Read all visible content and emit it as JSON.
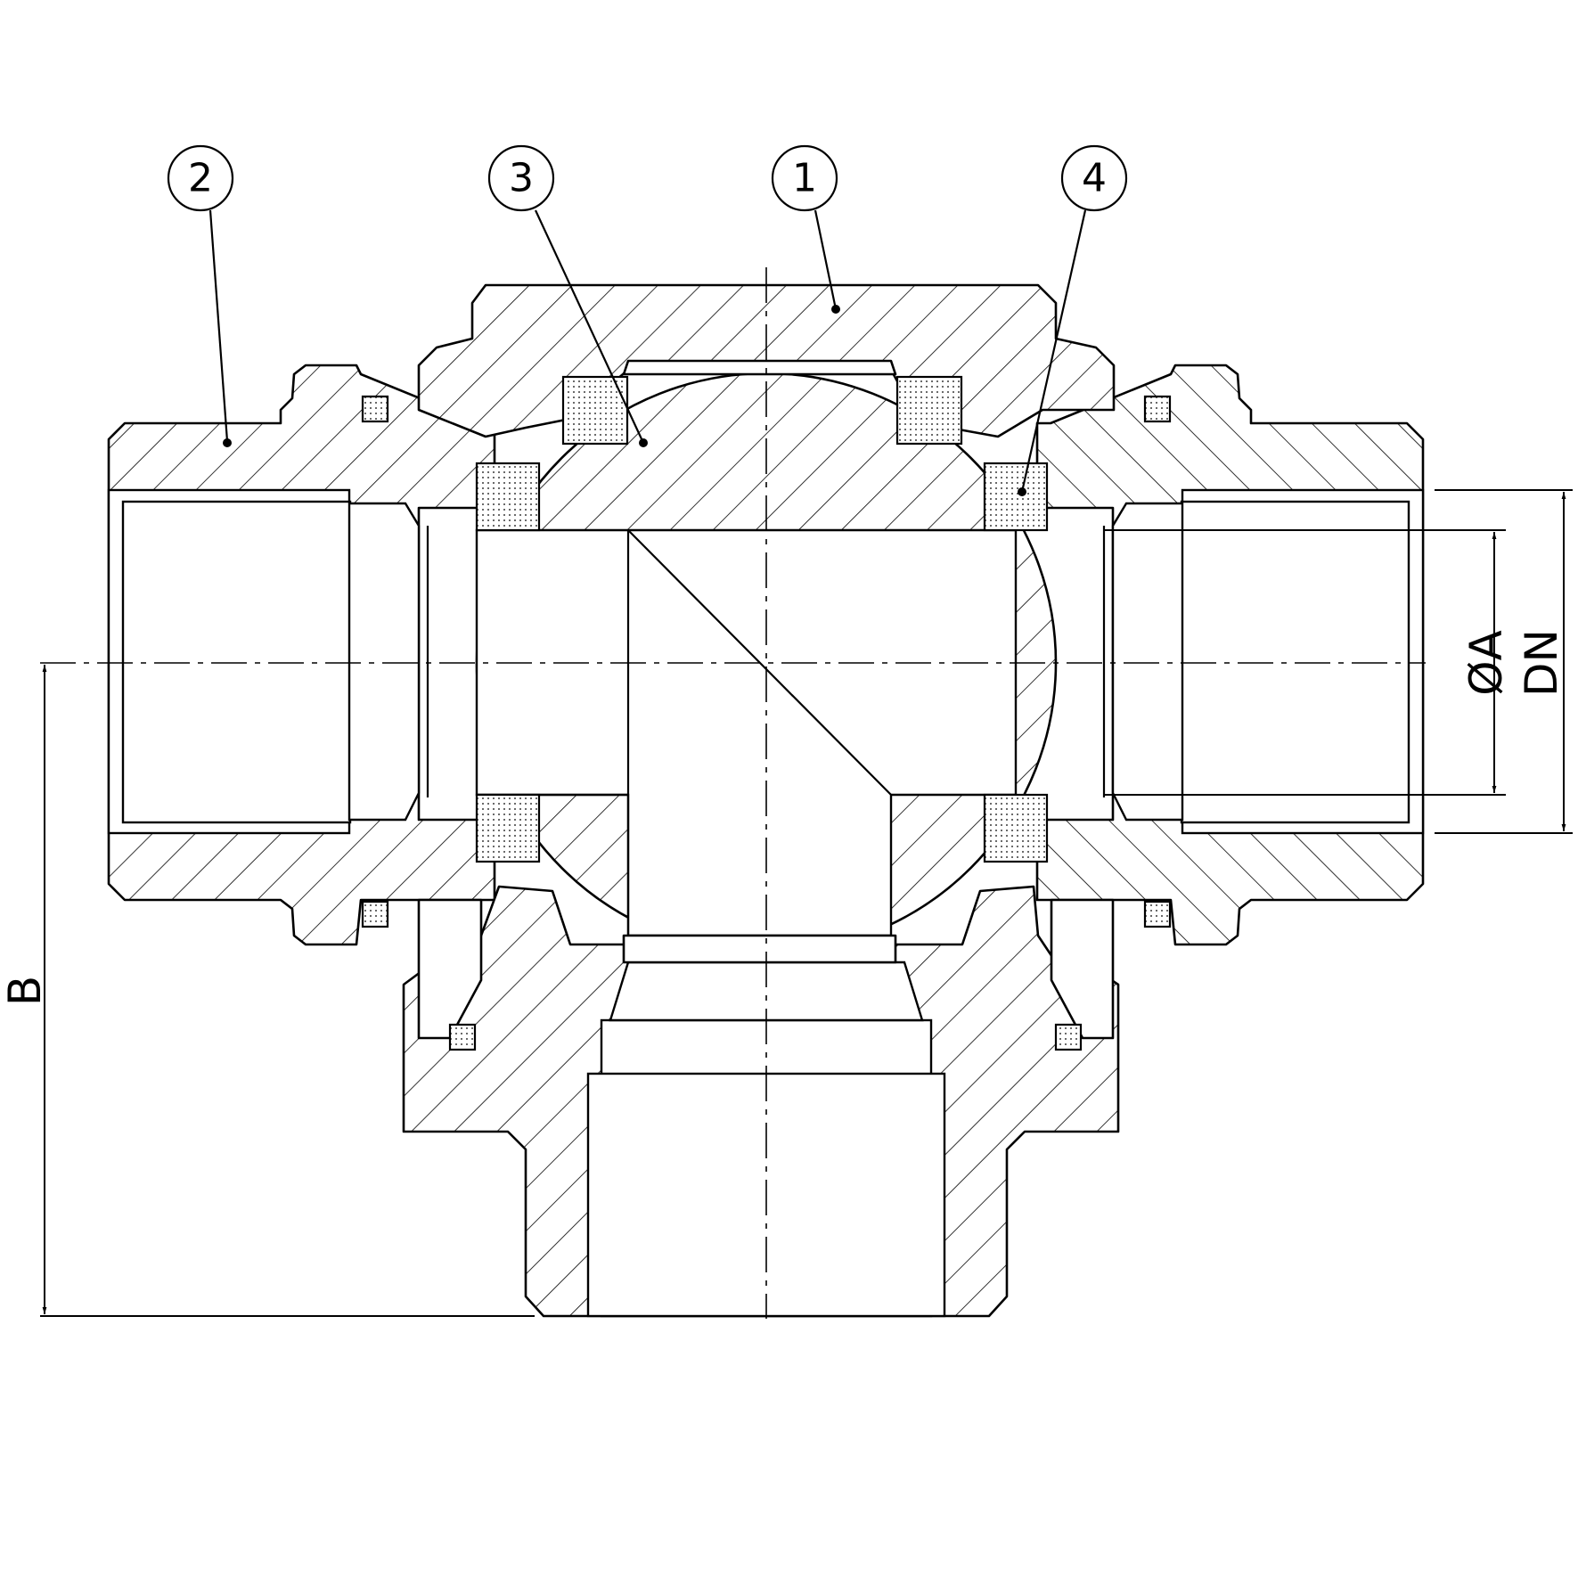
{
  "balloons": [
    {
      "label": "2"
    },
    {
      "label": "3"
    },
    {
      "label": "1"
    },
    {
      "label": "4"
    }
  ],
  "dimensions": {
    "bore_diameter": "ØA",
    "nominal_diameter": "DN",
    "height": "B"
  }
}
